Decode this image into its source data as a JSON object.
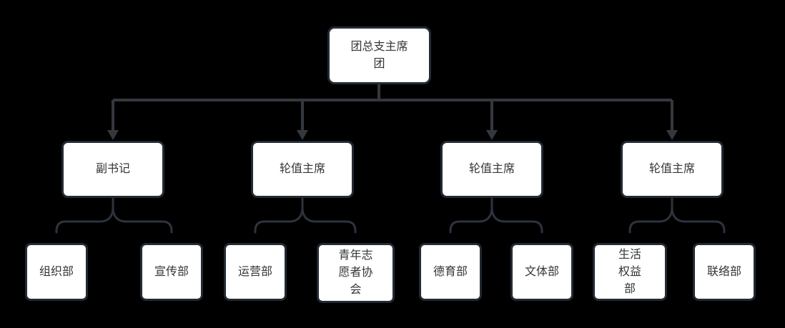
{
  "diagram": {
    "type": "org-chart",
    "colors": {
      "background": "#000000",
      "node_fill": "#ffffff",
      "node_border": "#232a34",
      "connector_line": "#2e343e",
      "arrowhead": "#34383e",
      "text": "#333538"
    },
    "nodes": {
      "root": {
        "label": "团总支主席团"
      },
      "level2": [
        {
          "label": "副书记"
        },
        {
          "label": "轮值主席"
        },
        {
          "label": "轮值主席"
        },
        {
          "label": "轮值主席"
        }
      ],
      "level3": [
        {
          "label": "组织部"
        },
        {
          "label": "宣传部"
        },
        {
          "label": "运营部"
        },
        {
          "label": "青年志愿者协会"
        },
        {
          "label": "德育部"
        },
        {
          "label": "文体部"
        },
        {
          "label": "生活权益部"
        },
        {
          "label": "联络部"
        }
      ]
    },
    "edges": {
      "root_children": [
        "副书记",
        "轮值主席",
        "轮值主席",
        "轮值主席"
      ],
      "level2_children": [
        [
          "组织部",
          "宣传部"
        ],
        [
          "运营部",
          "青年志愿者协会"
        ],
        [
          "德育部",
          "文体部"
        ],
        [
          "生活权益部",
          "联络部"
        ]
      ]
    }
  }
}
